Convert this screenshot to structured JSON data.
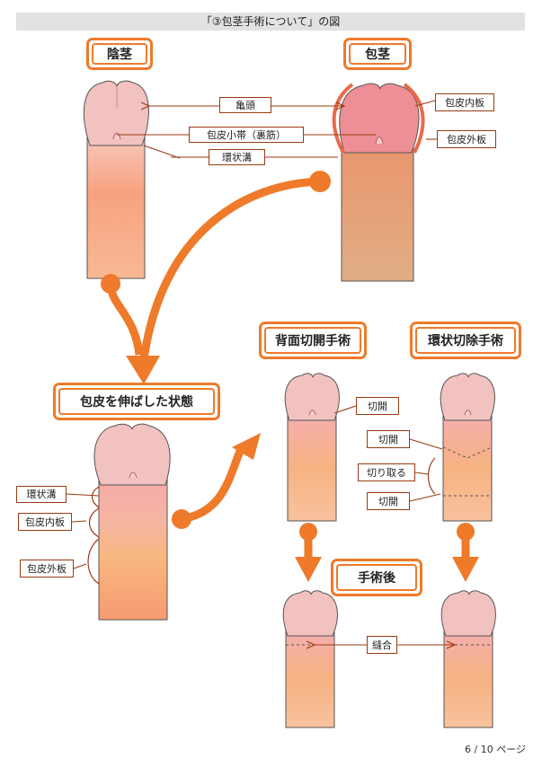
{
  "page_title": "「③包茎手術について」の図",
  "headings": {
    "normal": "陰茎",
    "phimosis": "包茎",
    "stretched": "包皮を伸ばした状態",
    "dorsal_slit": "背面切開手術",
    "circumcision": "環状切除手術",
    "post_op": "手術後"
  },
  "labels": {
    "glans": "亀頭",
    "frenulum": "包皮小帯（裏筋）",
    "coronal_sulcus": "環状溝",
    "inner_foreskin_top": "包皮内板",
    "outer_foreskin_top": "包皮外板",
    "coronal_sulcus_left": "環状溝",
    "inner_foreskin_left": "包皮内板",
    "outer_foreskin_left": "包皮外板",
    "incision_dorsal": "切開",
    "incision_upper": "切開",
    "cut_away": "切り取る",
    "incision_lower": "切開",
    "suture": "縫合"
  },
  "footer": "6 / 10 ページ",
  "colors": {
    "accent": "#ee7a2a",
    "label_border": "#9a3b12",
    "glans": "#f2c2c0",
    "shaft": "#f49a76"
  }
}
